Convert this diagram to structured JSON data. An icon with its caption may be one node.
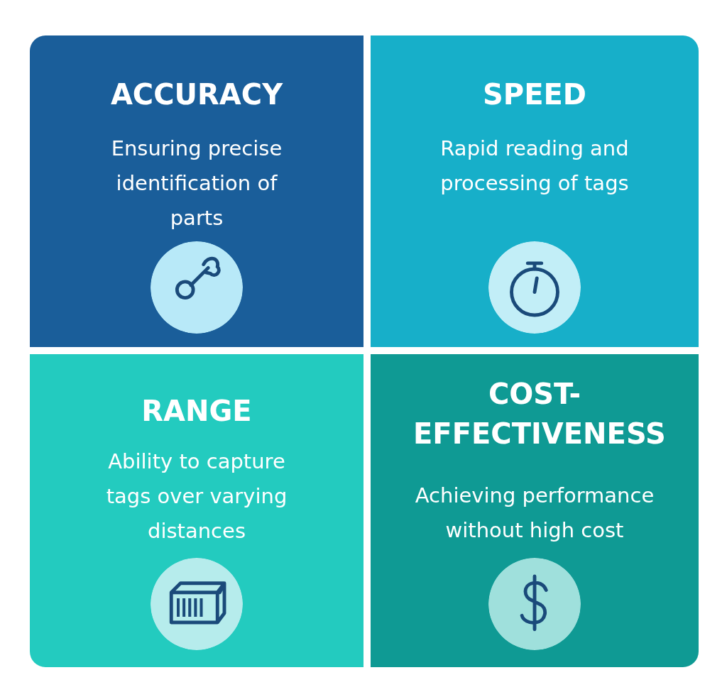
{
  "diagram": {
    "nodes": [
      {
        "text": [
          "ACCURACY",
          "Ensuring precise identification of parts"
        ]
      },
      {
        "text": [
          "SPEED",
          "Rapid reading and processing of tags"
        ]
      },
      {
        "text": [
          "RANGE",
          "Ability to capture tags over varying distances"
        ]
      },
      {
        "text": [
          "COST-EFFECTIVENESS",
          "Achieving performance without high cost"
        ]
      }
    ]
  }
}
